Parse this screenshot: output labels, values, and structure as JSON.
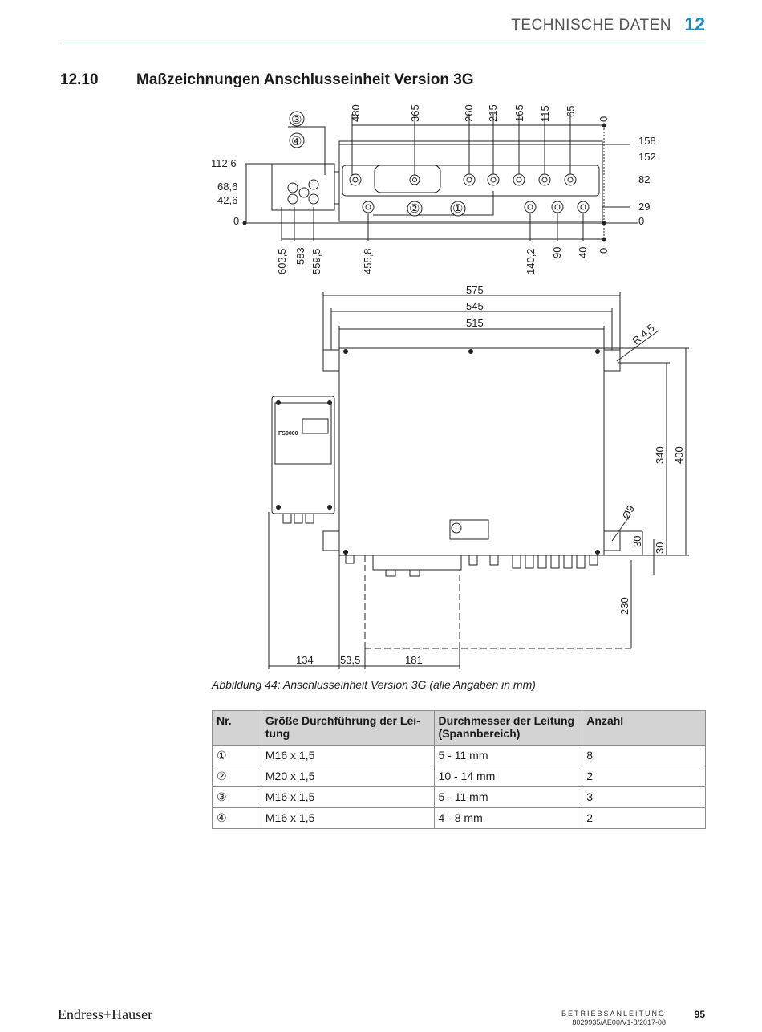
{
  "header": {
    "chapter_label": "TECHNISCHE DATEN",
    "chapter_number": "12"
  },
  "section": {
    "number": "12.10",
    "title": "Maßzeichnungen Anschlusseinheit Version 3G"
  },
  "drawing": {
    "top_view_labels": {
      "top_dims": [
        "480",
        "365",
        "260",
        "215",
        "165",
        "115",
        "65",
        "0"
      ],
      "bottom_dims": [
        "603,5",
        "583",
        "559,5",
        "455,8",
        "140,2",
        "90",
        "40",
        "0"
      ],
      "left_dims": [
        "112,6",
        "68,6",
        "42,6",
        "0"
      ],
      "right_dims": [
        "158",
        "152",
        "82",
        "29",
        "0"
      ],
      "callouts": [
        "③",
        "④",
        "②",
        "①"
      ]
    },
    "front_view_labels": {
      "width_dims": [
        "575",
        "545",
        "515"
      ],
      "radius": "R 4,5",
      "height_dims": [
        "340",
        "400"
      ],
      "hole": "Ø9",
      "small_dims": [
        "30",
        "30"
      ],
      "depth": "230",
      "bottom_dims": [
        "134",
        "53,5",
        "181"
      ],
      "device_brand": "FS0000"
    }
  },
  "caption": "Abbildung 44: Anschlusseinheit Version 3G (alle Angaben in mm)",
  "table": {
    "headers": [
      "Nr.",
      "Größe Durchführung der Lei-\ntung",
      "Durchmesser der Leitung\n(Spannbereich)",
      "Anzahl"
    ],
    "rows": [
      {
        "nr": "①",
        "size": "M16 x 1,5",
        "diameter": "5 - 11 mm",
        "count": "8"
      },
      {
        "nr": "②",
        "size": "M20 x 1,5",
        "diameter": "10 - 14 mm",
        "count": "2"
      },
      {
        "nr": "③",
        "size": "M16 x 1,5",
        "diameter": "5 - 11 mm",
        "count": "3"
      },
      {
        "nr": "④",
        "size": "M16 x 1,5",
        "diameter": "4 - 8 mm",
        "count": "2"
      }
    ]
  },
  "footer": {
    "logo": "Endress+Hauser",
    "manual_label": "BETRIEBSANLEITUNG",
    "doc_id": "8029935/AE00/V1-8/2017-08",
    "page_number": "95"
  }
}
